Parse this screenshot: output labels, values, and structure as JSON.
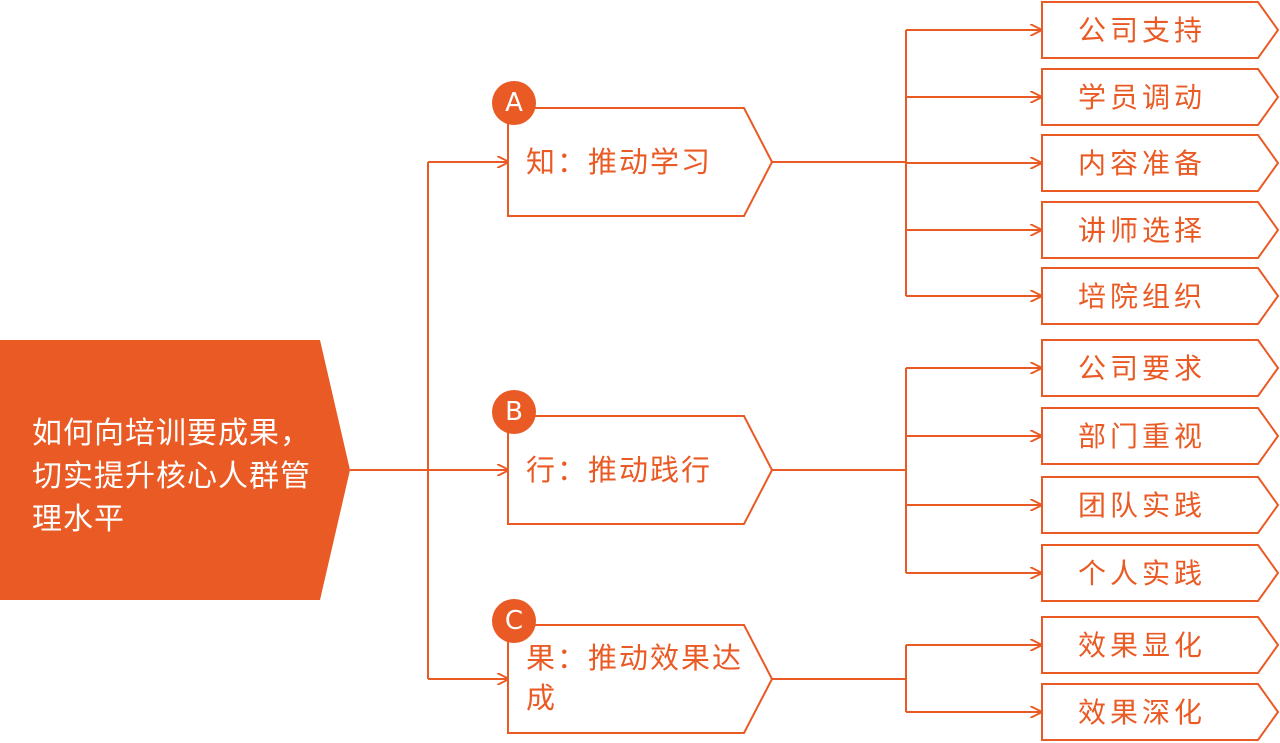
{
  "colors": {
    "accent": "#ea5a24",
    "background": "#ffffff",
    "root_text": "#ffffff"
  },
  "root": {
    "label": "如何向培训要成果，切实提升核心人群管理水平"
  },
  "branches": [
    {
      "badge": "A",
      "label": "知：推动学习",
      "items": [
        "公司支持",
        "学员调动",
        "内容准备",
        "讲师选择",
        "培院组织"
      ]
    },
    {
      "badge": "B",
      "label": "行：推动践行",
      "items": [
        "公司要求",
        "部门重视",
        "团队实践",
        "个人实践"
      ]
    },
    {
      "badge": "C",
      "label": "果：推动效果达成",
      "items": [
        "效果显化",
        "效果深化"
      ]
    }
  ]
}
